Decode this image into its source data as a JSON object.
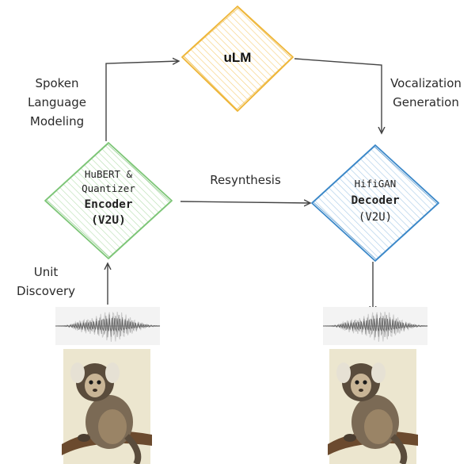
{
  "nodes": {
    "ulm": {
      "label": "uLM",
      "color": "#f0b429"
    },
    "encoder": {
      "line1": "HuBERT &",
      "line2": "Quantizer",
      "line3": "Encoder",
      "line4": "(V2U)",
      "color": "#7cc576"
    },
    "decoder": {
      "line1": "HifiGAN",
      "line2": "Decoder",
      "line3": "(V2U)",
      "color": "#3a87c8"
    }
  },
  "edges": {
    "spoken_language_modeling": [
      "Spoken",
      "Language",
      "Modeling"
    ],
    "vocalization_generation": [
      "Vocalization",
      "Generation"
    ],
    "resynthesis": "Resynthesis",
    "unit_discovery": [
      "Unit",
      "Discovery"
    ]
  },
  "colors": {
    "arrow": "#444444",
    "waveform": "#555555",
    "photo_bg": "#ece6cf",
    "monkey_fur": "#7b6a55",
    "monkey_face": "#c9b596",
    "branch": "#6b4a2e"
  }
}
